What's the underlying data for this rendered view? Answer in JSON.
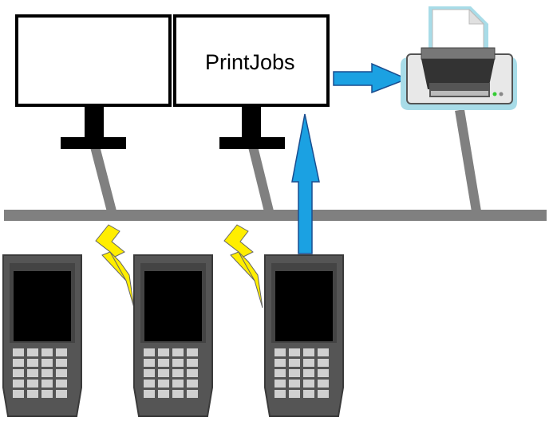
{
  "diagram": {
    "server_left": {
      "label": ""
    },
    "server_right": {
      "label": "PrintJobs"
    },
    "colors": {
      "network_bus": "#808080",
      "monitor_frame": "#000000",
      "monitor_screen": "#ffffff",
      "arrow": "#1ba1e2",
      "arrow_outline": "#1a4d8f",
      "lightning": "#ffee00",
      "handheld_body": "#555555",
      "handheld_key": "#d0d0d0",
      "printer_glow": "#a8dce8"
    },
    "handhelds": [
      {
        "name": "handheld-1",
        "wireless": false
      },
      {
        "name": "handheld-2",
        "wireless": true
      },
      {
        "name": "handheld-3",
        "wireless": true
      }
    ],
    "icons": [
      "monitor-icon",
      "printer-icon",
      "handheld-terminal-icon",
      "lightning-icon",
      "arrow-icon"
    ]
  }
}
